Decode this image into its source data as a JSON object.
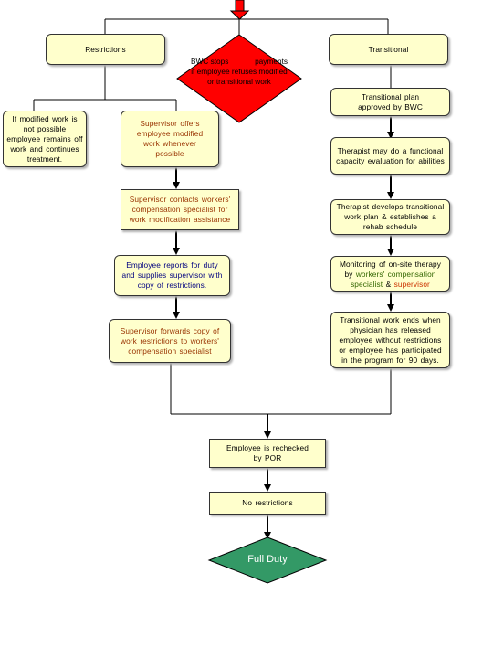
{
  "nodes": {
    "restrictions": "Restrictions",
    "transitional": "Transitional",
    "bwc_stops_pre": "BWC stops",
    "bwc_stops_post": "payments",
    "bwc_stops_rest": "if employee refuses modified or transitional work",
    "modified_not_possible": "If modified work is not possible employee remains off work and continues treatment.",
    "supervisor_offers": "Supervisor offers employee modified work whenever possible",
    "plan_approved": "Transitional plan approved by BWC",
    "functional_eval": "Therapist may do a functional capacity evaluation for abilities",
    "supervisor_contacts": "Supervisor contacts workers' compensation specialist for work modification assistance",
    "therapist_develops": "Therapist develops transitional work plan & establishes a rehab schedule",
    "employee_reports": "Employee reports for duty and supplies supervisor with copy of restrictions.",
    "monitoring_pre": "Monitoring of on-site therapy by",
    "monitoring_green": "workers' compensation specialist",
    "monitoring_amp": "&",
    "monitoring_red": "supervisor",
    "supervisor_forwards": "Supervisor forwards copy of work restrictions to workers' compensation specialist",
    "transitional_ends": "Transitional work ends when physician has released employee without restrictions or employee has participated in the program for 90 days.",
    "rechecked": "Employee is rechecked by POR",
    "no_restrictions": "No restrictions",
    "full_duty": "Full Duty"
  },
  "colors": {
    "box_fill": "#ffffcc",
    "diamond_fill": "#ff0000",
    "full_duty_fill": "#339966",
    "arrow": "#000000"
  }
}
